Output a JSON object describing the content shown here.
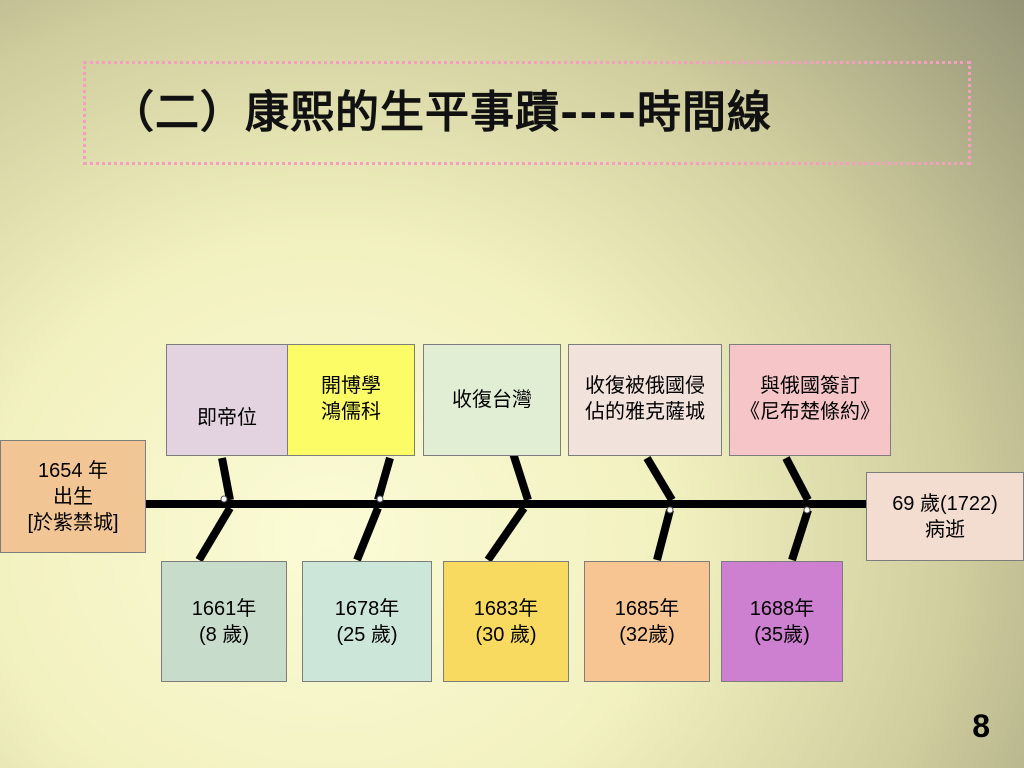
{
  "slide": {
    "title": "（二）康熙的生平事蹟----時間線",
    "page_number": "8"
  },
  "timeline": {
    "start": {
      "label": "1654 年\n出生\n[於紫禁城]",
      "color": "#f2c595"
    },
    "end": {
      "label": "69 歲(1722)\n病逝",
      "color": "#f2ddd0"
    },
    "events": [
      {
        "event": "即帝位",
        "event_color": "#e3d3e1",
        "date": "1661年\n(8 歲)",
        "date_color": "#c8dccb"
      },
      {
        "event": "開博學\n鴻儒科",
        "event_color": "#fcfc66",
        "date": "1678年\n(25 歲)",
        "date_color": "#cce6da"
      },
      {
        "event": "收復台灣",
        "event_color": "#e1eed4",
        "date": "1683年\n(30 歲)",
        "date_color": "#f8da60"
      },
      {
        "event": "收復被俄國侵\n佔的雅克薩城",
        "event_color": "#f2e2dc",
        "date": "1685年\n(32歲)",
        "date_color": "#f7c592"
      },
      {
        "event": "與俄國簽訂\n《尼布楚條約》",
        "event_color": "#f6c5c8",
        "date": "1688年\n(35歲)",
        "date_color": "#cd7fd0"
      }
    ]
  }
}
